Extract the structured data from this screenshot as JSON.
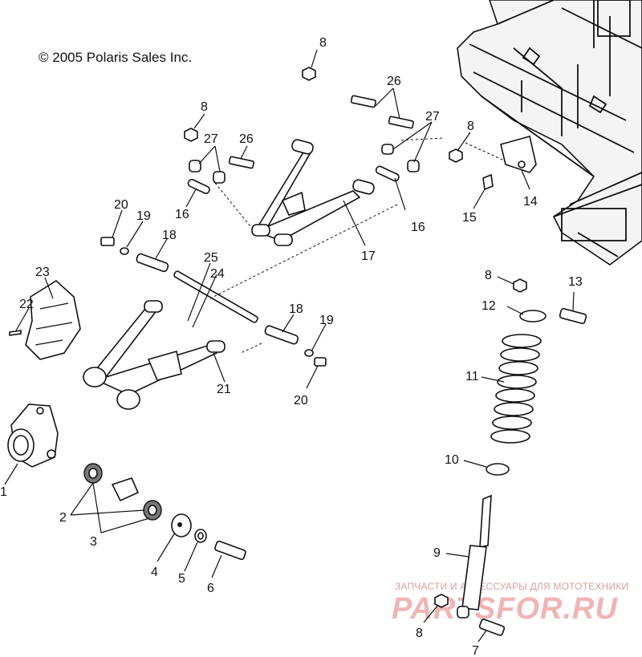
{
  "copyright": "© 2005 Polaris Sales Inc.",
  "watermark": {
    "caption": "ЗАПЧАСТИ И АКСЕССУАРЫ ДЛЯ МОТОТЕХНИКИ",
    "logo": "PARTSFOR.RU"
  },
  "callouts": [
    {
      "id": "c8a",
      "text": "8"
    },
    {
      "id": "c26a",
      "text": "26"
    },
    {
      "id": "c8b",
      "text": "8"
    },
    {
      "id": "c27a",
      "text": "27"
    },
    {
      "id": "c26b",
      "text": "26"
    },
    {
      "id": "c27b",
      "text": "27"
    },
    {
      "id": "c8c",
      "text": "8"
    },
    {
      "id": "c20a",
      "text": "20"
    },
    {
      "id": "c19a",
      "text": "19"
    },
    {
      "id": "c16a",
      "text": "16"
    },
    {
      "id": "c16b",
      "text": "16"
    },
    {
      "id": "c14",
      "text": "14"
    },
    {
      "id": "c15",
      "text": "15"
    },
    {
      "id": "c18a",
      "text": "18"
    },
    {
      "id": "c17",
      "text": "17"
    },
    {
      "id": "c25",
      "text": "25"
    },
    {
      "id": "c24",
      "text": "24"
    },
    {
      "id": "c23",
      "text": "23"
    },
    {
      "id": "c22",
      "text": "22"
    },
    {
      "id": "c8d",
      "text": "8"
    },
    {
      "id": "c13",
      "text": "13"
    },
    {
      "id": "c12",
      "text": "12"
    },
    {
      "id": "c18b",
      "text": "18"
    },
    {
      "id": "c19b",
      "text": "19"
    },
    {
      "id": "c21",
      "text": "21"
    },
    {
      "id": "c20b",
      "text": "20"
    },
    {
      "id": "c11",
      "text": "11"
    },
    {
      "id": "c1",
      "text": "1"
    },
    {
      "id": "c10",
      "text": "10"
    },
    {
      "id": "c2",
      "text": "2"
    },
    {
      "id": "c3",
      "text": "3"
    },
    {
      "id": "c9",
      "text": "9"
    },
    {
      "id": "c4",
      "text": "4"
    },
    {
      "id": "c5",
      "text": "5"
    },
    {
      "id": "c6",
      "text": "6"
    },
    {
      "id": "c8e",
      "text": "8"
    },
    {
      "id": "c7",
      "text": "7"
    }
  ]
}
